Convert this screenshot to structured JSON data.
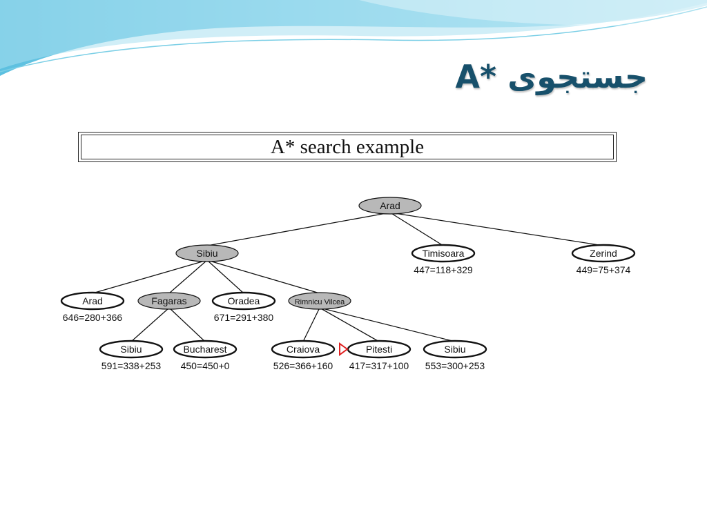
{
  "slide": {
    "title": "جستجوی *A",
    "box_title": "A* search example"
  },
  "colors": {
    "title": "#17506b",
    "expanded_node_fill": "#b8b8b8",
    "frontier_node_fill": "#ffffff",
    "current_marker": "#e02020",
    "wave_light": "#c8ecf6",
    "wave_dark": "#5cc0e0"
  },
  "tree": {
    "nodes": [
      {
        "id": "arad-root",
        "label": "Arad",
        "expanded": true,
        "f": ""
      },
      {
        "id": "sibiu",
        "label": "Sibiu",
        "expanded": true,
        "f": ""
      },
      {
        "id": "timisoara",
        "label": "Timisoara",
        "expanded": false,
        "f": "447=118+329"
      },
      {
        "id": "zerind",
        "label": "Zerind",
        "expanded": false,
        "f": "449=75+374"
      },
      {
        "id": "arad-2",
        "label": "Arad",
        "expanded": false,
        "f": "646=280+366"
      },
      {
        "id": "fagaras",
        "label": "Fagaras",
        "expanded": true,
        "f": ""
      },
      {
        "id": "oradea",
        "label": "Oradea",
        "expanded": false,
        "f": "671=291+380"
      },
      {
        "id": "rimnicu",
        "label": "Rimnicu Vilcea",
        "expanded": true,
        "f": ""
      },
      {
        "id": "sibiu-2",
        "label": "Sibiu",
        "expanded": false,
        "f": "591=338+253"
      },
      {
        "id": "bucharest",
        "label": "Bucharest",
        "expanded": false,
        "f": "450=450+0"
      },
      {
        "id": "craiova",
        "label": "Craiova",
        "expanded": false,
        "f": "526=366+160"
      },
      {
        "id": "pitesti",
        "label": "Pitesti",
        "expanded": false,
        "f": "417=317+100"
      },
      {
        "id": "sibiu-3",
        "label": "Sibiu",
        "expanded": false,
        "f": "553=300+253"
      }
    ],
    "edges": [
      [
        "arad-root",
        "sibiu"
      ],
      [
        "arad-root",
        "timisoara"
      ],
      [
        "arad-root",
        "zerind"
      ],
      [
        "sibiu",
        "arad-2"
      ],
      [
        "sibiu",
        "fagaras"
      ],
      [
        "sibiu",
        "oradea"
      ],
      [
        "sibiu",
        "rimnicu"
      ],
      [
        "fagaras",
        "sibiu-2"
      ],
      [
        "fagaras",
        "bucharest"
      ],
      [
        "rimnicu",
        "craiova"
      ],
      [
        "rimnicu",
        "pitesti"
      ],
      [
        "rimnicu",
        "sibiu-3"
      ]
    ],
    "current_node": "pitesti"
  }
}
